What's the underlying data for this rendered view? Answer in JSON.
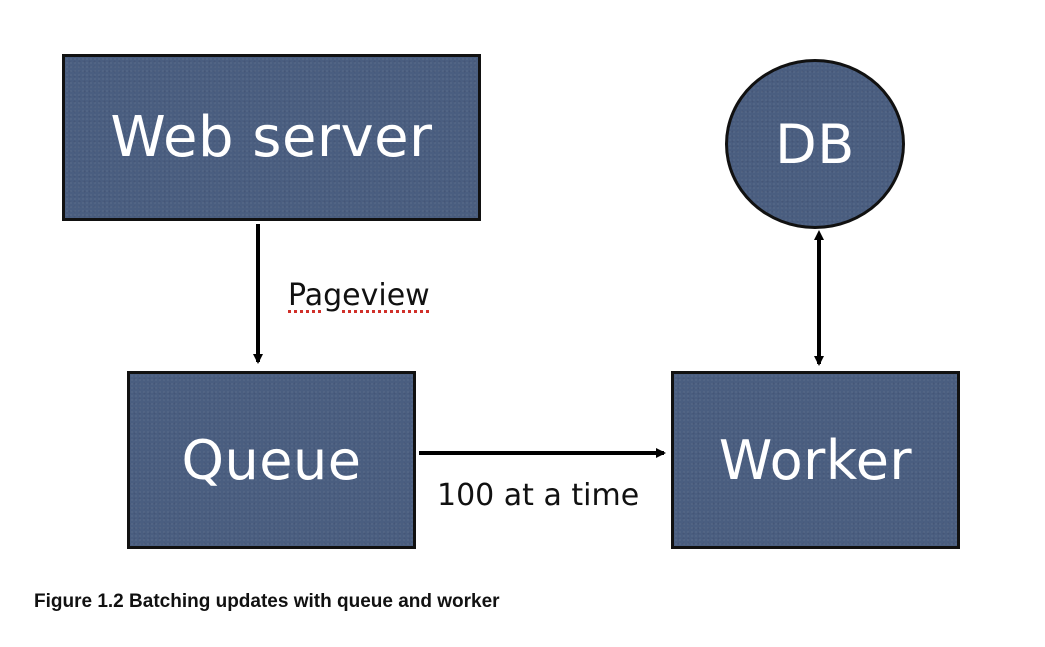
{
  "diagram": {
    "nodes": {
      "web_server": "Web server",
      "queue": "Queue",
      "worker": "Worker",
      "db": "DB"
    },
    "edges": [
      {
        "from": "web_server",
        "to": "queue",
        "label": "Pageview",
        "direction": "one-way"
      },
      {
        "from": "queue",
        "to": "worker",
        "label": "100 at a time",
        "direction": "one-way"
      },
      {
        "from": "worker",
        "to": "db",
        "label": "",
        "direction": "two-way"
      }
    ],
    "caption": "Figure 1.2 Batching updates with queue and worker"
  }
}
